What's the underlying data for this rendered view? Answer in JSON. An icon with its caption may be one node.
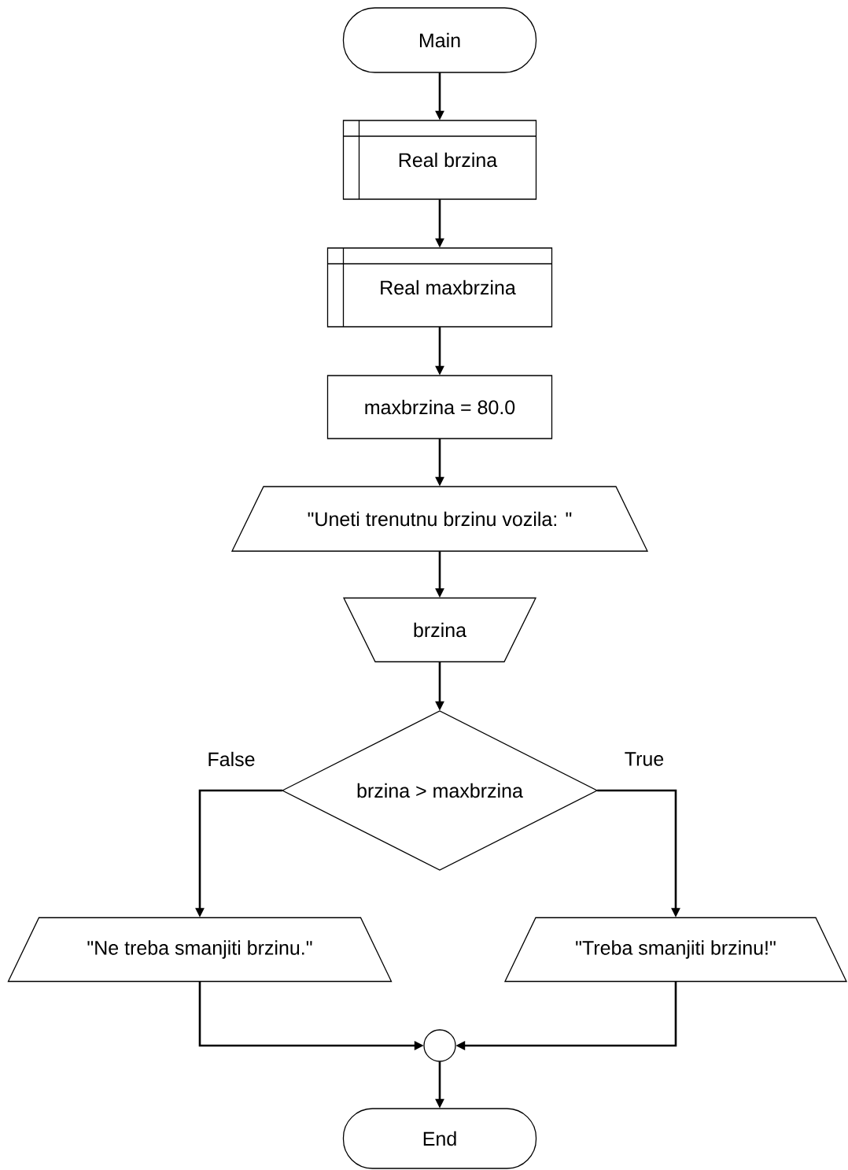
{
  "diagram": {
    "nodes": [
      {
        "text": [
          "Main"
        ]
      },
      {
        "text": [
          "Real brzina"
        ]
      },
      {
        "text": [
          "Real maxbrzina"
        ]
      },
      {
        "text": [
          "maxbrzina = 80.0"
        ]
      },
      {
        "text": [
          "\"Uneti trenutnu brzinu vozila: \""
        ]
      },
      {
        "text": [
          "brzina"
        ]
      },
      {
        "text": [
          "brzina > maxbrzina"
        ]
      },
      {
        "text": [
          "\"Ne treba smanjiti brzinu.\""
        ]
      },
      {
        "text": [
          "\"Treba smanjiti brzinu!\""
        ]
      },
      {
        "text": [],
        "shape": "circle"
      },
      {
        "text": [
          "End"
        ]
      }
    ],
    "edges": [
      {
        "from": 0,
        "to": 1,
        "arrow": "to"
      },
      {
        "from": 1,
        "to": 2,
        "arrow": "to"
      },
      {
        "from": 2,
        "to": 3,
        "arrow": "to"
      },
      {
        "from": 3,
        "to": 4,
        "arrow": "to"
      },
      {
        "from": 4,
        "to": 5,
        "arrow": "to"
      },
      {
        "from": 5,
        "to": 6,
        "arrow": "to"
      },
      {
        "from": 6,
        "to": 7,
        "arrow": "to",
        "label": "False"
      },
      {
        "from": 6,
        "to": 8,
        "arrow": "to",
        "label": "True"
      },
      {
        "from": 7,
        "to": 9,
        "arrow": "to"
      },
      {
        "from": 8,
        "to": 9,
        "arrow": "to"
      },
      {
        "from": 9,
        "to": 10,
        "arrow": "to"
      }
    ]
  }
}
